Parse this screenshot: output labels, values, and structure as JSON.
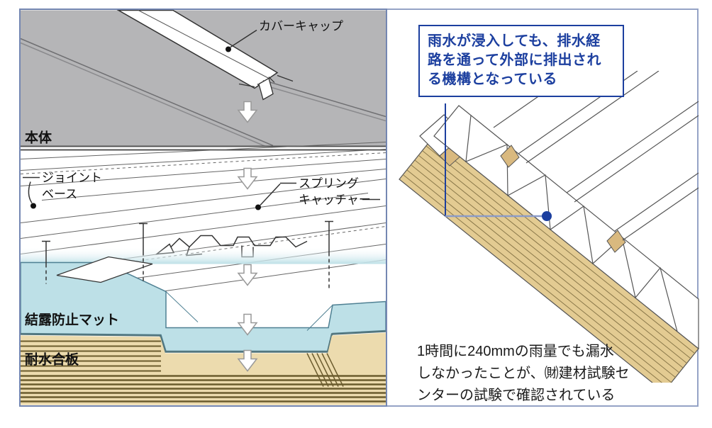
{
  "diagram_title": "deck joint drainage assembly diagram",
  "left_panel": {
    "labels": {
      "cover_cap": "カバーキャップ",
      "body": "本体",
      "joint_base_line1": "ジョイント",
      "joint_base_line2": "ベース",
      "spring_catcher_line1": "スプリング",
      "spring_catcher_line2": "キャッチャー",
      "mat": "結露防止マット",
      "plywood": "耐水合板"
    }
  },
  "callout": {
    "line1": "雨水が浸入しても、排水経",
    "line2": "路を通って外部に排出され",
    "line3": "る機構となっている"
  },
  "note": {
    "line1": "1時間に240mmの雨量でも漏水",
    "line2": "しなかったことが、㈶建材試験セ",
    "line3": "ンターの試験で確認されている"
  },
  "colors": {
    "accent_blue": "#1c3f9f",
    "connector_light_blue": "#8b9bc8",
    "body_gray": "#b5b5b7",
    "mat_cyan": "#bde0e7",
    "mat_edge_teal": "#4f8093",
    "plywood_tan": "#ecdbae",
    "plywood_stripe": "#6b5c2e",
    "plank_wood": "#e3cb92",
    "outer_border": "#95a3c6",
    "panel_border": "#7487b2"
  }
}
